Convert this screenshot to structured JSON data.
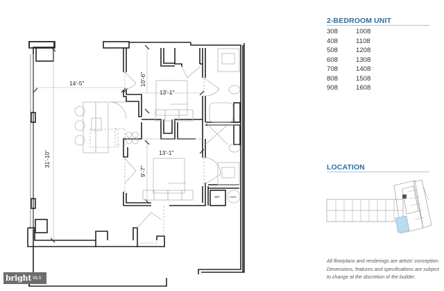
{
  "unit_list": {
    "heading": "2-BEDROOM UNIT",
    "units": [
      [
        "308",
        "1008"
      ],
      [
        "408",
        "1108"
      ],
      [
        "508",
        "1208"
      ],
      [
        "608",
        "1308"
      ],
      [
        "708",
        "1408"
      ],
      [
        "808",
        "1508"
      ],
      [
        "908",
        "1608"
      ]
    ]
  },
  "location": {
    "heading": "LOCATION",
    "highlight_color": "#b9dcef"
  },
  "disclaimer": {
    "line1": "All floorplans and renderings are artists' conception.",
    "line2": "Dimensions, features and specifications are subject",
    "line3": "to change at the discretion of the builder."
  },
  "floorplan": {
    "dimensions": {
      "living_width": "14'-5\"",
      "living_depth": "31'-10\"",
      "bedroom1_width": "13'-1\"",
      "bedroom1_depth": "10'-6\"",
      "bedroom2_width": "13'-1\"",
      "bedroom2_depth": "9'-7\""
    },
    "appliance_labels": {
      "washer_dryer": "WD",
      "water_heater": "HWH"
    }
  },
  "watermark": {
    "brand": "bright",
    "suffix": "MLS"
  },
  "colors": {
    "heading": "#2f6f9f",
    "rule": "#a9c6dc",
    "wall": "#222222",
    "fixture": "#b5b5b5"
  }
}
